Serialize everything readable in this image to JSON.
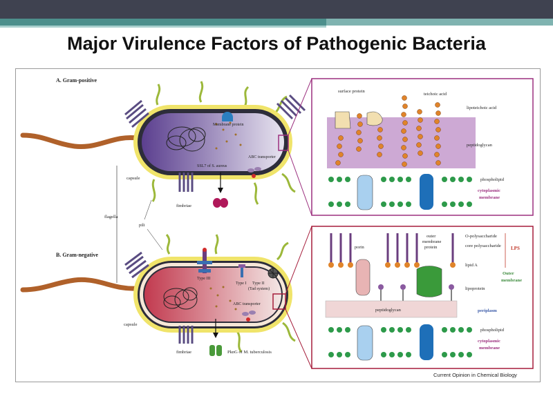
{
  "slide": {
    "title": "Major Virulence Factors of Pathogenic Bacteria"
  },
  "figure": {
    "gram_positive": {
      "heading": "A. Gram-positive",
      "labels": {
        "membrane_protein": "Membrane protein",
        "ssl7": "SSL7 of S. aureus",
        "abc_transporter": "ABC transporter",
        "capsule": "capsule",
        "fimbriae": "fimbriae"
      },
      "zoom": {
        "surface_protein": "surface protein",
        "teichoic_acid": "teichoic acid",
        "lipoteichoic_acid": "lipoteichoic acid",
        "peptidoglycan": "peptidoglycan",
        "phospholipid": "phospholipid",
        "cyto_line1": "cytoplasmic",
        "cyto_line2": "membrane"
      }
    },
    "shared": {
      "flagella": "flagella",
      "pili": "pili"
    },
    "gram_negative": {
      "heading": "B. Gram-negative",
      "labels": {
        "type_iii": "Type III",
        "type_i": "Type I",
        "type_ii_line1": "Type II",
        "type_ii_line2": "(Tad system)",
        "abc_transporter": "ABC transporter",
        "capsule": "capsule",
        "fimbriae": "fimbriae",
        "pkng": "PknG of M. tuberculosis"
      },
      "zoom": {
        "porin": "porin",
        "outer_membrane_protein_line1": "outer",
        "outer_membrane_protein_line2": "membrane",
        "outer_membrane_protein_line3": "protein",
        "o_polysaccharide": "O-polysaccharide",
        "core_polysaccharide": "core polysaccharide",
        "lps": "LPS",
        "lipid_a": "lipid A",
        "outer_membrane_line1": "Outer",
        "outer_membrane_line2": "membrane",
        "lipoprotein": "lipoprotein",
        "peptidoglycan": "peptidoglycan",
        "periplasm": "periplasm",
        "phospholipid": "phospholipid",
        "cyto_line1": "cytoplasmic",
        "cyto_line2": "membrane"
      }
    },
    "credit": "Current Opinion in Chemical Biology"
  },
  "colors": {
    "zoom_border": "#9b2f7e",
    "lps_label": "#c0392b",
    "periplasm_label": "#3a5aa8",
    "outer_membrane_label": "#3b8a3b",
    "cyto_label": "#9b2f7e"
  }
}
